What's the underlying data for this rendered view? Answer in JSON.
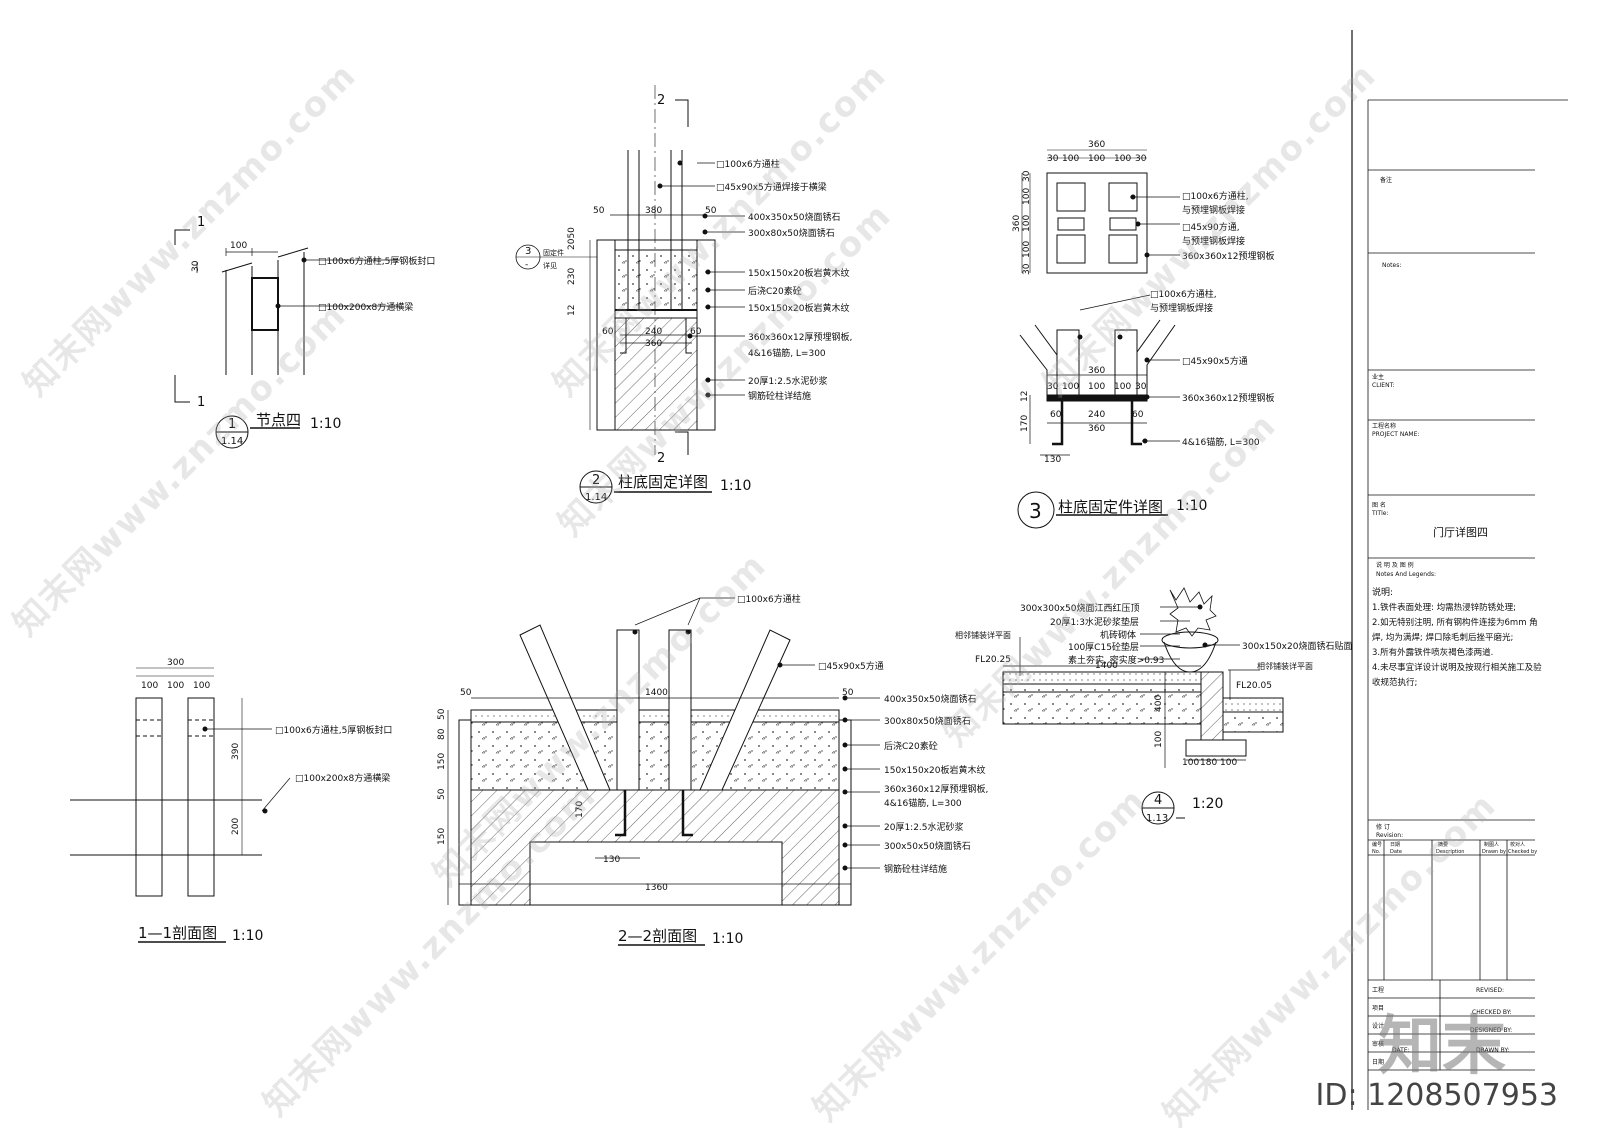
{
  "labels": {
    "det1_top": "1",
    "det1_bot": "1",
    "det1_dim_100": "100",
    "det1_dim_30": "30",
    "det1_callout_a": "□100x6方通柱,5厚钢板封口",
    "det1_callout_b": "□100x200x8方通横梁",
    "det1_num": "1",
    "det1_sheet": "1.14",
    "det1_title": "节点四",
    "det1_scale": "1:10",
    "det2_cut_top": "2",
    "det2_cut_bot": "2",
    "det2_dim_50l": "50",
    "det2_dim_380": "380",
    "det2_dim_50r": "50",
    "det2_dim_2050": "2050",
    "det2_dim_230": "230",
    "det2_dim_12": "12",
    "det2_dim_60l": "60",
    "det2_dim_240": "240",
    "det2_dim_60r": "60",
    "det2_dim_360": "360",
    "det2_ref_num": "3",
    "det2_ref_sheet": "-",
    "det2_ref_text1": "固定件",
    "det2_ref_text2": "详见",
    "det2_c1": "□100x6方通柱",
    "det2_c2": "□45x90x5方通焊接于横梁",
    "det2_c3": "400x350x50烧面锈石",
    "det2_c4": "300x80x50烧面锈石",
    "det2_c5": "150x150x20板岩黄木纹",
    "det2_c6": "后浇C20素砼",
    "det2_c7": "150x150x20板岩黄木纹",
    "det2_c8": "360x360x12厚预埋钢板,",
    "det2_c9": "4&16锚筋, L=300",
    "det2_c10": "20厚1:2.5水泥砂浆",
    "det2_c11": "钢筋砼柱详结施",
    "det2_num": "2",
    "det2_sheet": "1.14",
    "det2_title": "柱底固定详图",
    "det2_scale": "1:10",
    "det3_dim_360": "360",
    "det3_dims_row": [
      "30",
      "100",
      "100",
      "100",
      "30"
    ],
    "det3_dim_v360": "360",
    "det3_dims_col": [
      "30",
      "100",
      "100",
      "100",
      "30"
    ],
    "det3_c1": "□100x6方通柱,",
    "det3_c1b": "与预埋钢板焊接",
    "det3_c2": "□45x90方通,",
    "det3_c2b": "与预埋钢板焊接",
    "det3_c3": "360x360x12预埋钢板",
    "det3_c4": "□100x6方通柱,",
    "det3_c4b": "与预埋钢板焊接",
    "det3_c5": "□45x90x5方通",
    "det3_c6": "360x360x12预埋钢板",
    "det3_c7": "4&16锚筋, L=300",
    "det3_e_360": "360",
    "det3_e_row": [
      "30",
      "100",
      "100",
      "100",
      "30"
    ],
    "det3_e_12": "12",
    "det3_e_170": "170",
    "det3_e_60l": "60",
    "det3_e_240": "240",
    "det3_e_60r": "60",
    "det3_e_360b": "360",
    "det3_e_130": "130",
    "det3_num": "3",
    "det3_title": "柱底固定件详图",
    "det3_scale": "1:10",
    "det4_c1": "300x300x50烧面江西红压顶",
    "det4_c2": "20厚1:3水泥砂浆垫层",
    "det4_c3": "机砖砌体",
    "det4_c4": "100厚C15砼垫层",
    "det4_c5": "素土夯实, 密实度>0.93",
    "det4_c6": "300x150x20烧面锈石贴面",
    "det4_c7": "相邻铺装详平面",
    "det4_c8": "相邻铺装详平面",
    "det4_fl1": "FL20.25",
    "det4_fl2": "FL20.05",
    "det4_dim_1400": "1400",
    "det4_dim_400": "400",
    "det4_dim_100": "100",
    "det4_dims_bot": [
      "100",
      "180",
      "100"
    ],
    "det4_num": "4",
    "det4_sheet": "1.13",
    "det4_scale": "1:20",
    "sec11_dim_300": "300",
    "sec11_dims": [
      "100",
      "100",
      "100"
    ],
    "sec11_dim_390": "390",
    "sec11_dim_200": "200",
    "sec11_c1": "□100x6方通柱,5厚钢板封口",
    "sec11_c2": "□100x200x8方通横梁",
    "sec11_title": "1—1剖面图",
    "sec11_scale": "1:10",
    "sec22_c1": "□100x6方通柱",
    "sec22_c2": "□45x90x5方通",
    "sec22_c3": "400x350x50烧面锈石",
    "sec22_c4": "300x80x50烧面锈石",
    "sec22_c5": "后浇C20素砼",
    "sec22_c6": "150x150x20板岩黄木纹",
    "sec22_c7": "360x360x12厚预埋钢板,",
    "sec22_c8": "4&16锚筋, L=300",
    "sec22_c9": "20厚1:2.5水泥砂浆",
    "sec22_c10": "300x50x50烧面锈石",
    "sec22_c11": "钢筋砼柱详结施",
    "sec22_dim_1400": "1400",
    "sec22_dim_50l": "50",
    "sec22_dim_50r": "50",
    "sec22_dim_1360": "1360",
    "sec22_dim_130": "130",
    "sec22_dim_170": "170",
    "sec22_dims_v": [
      "50",
      "80",
      "150",
      "50",
      "150"
    ],
    "sec22_title": "2—2剖面图",
    "sec22_scale": "1:10"
  },
  "title_block": {
    "remark_cn": "备注",
    "notes_label": "Notes:",
    "client_cn": "业主",
    "client_label": "CLIENT:",
    "project_cn": "工程名称",
    "project_label": "PROJECT NAME:",
    "title_cn": "图 名",
    "title_label": "TITle:",
    "drawing_title": "门厅详图四",
    "legend_cn": "说 明 及 图 例",
    "legend_label": "Notes And Legends:",
    "notes_heading": "说明:",
    "notes": [
      "1.铁件表面处理: 均需热浸锌防锈处理;",
      "2.如无特别注明, 所有钢构件连接为6mm 角",
      "焊, 均为满焊; 焊口除毛刺后挫平磨光;",
      "3.所有外露铁件喷灰褐色漆两道.",
      "4.未尽事宜详设计说明及按现行相关施工及验",
      "收规范执行;"
    ],
    "revision_cn": "修 订",
    "revision_label": "Revision:",
    "rev_cols_cn": [
      "编号",
      "日期",
      "摘要",
      "制图人",
      "校对人"
    ],
    "rev_cols": [
      "No.",
      "Date",
      "Description",
      "Drawn by",
      "Checked by"
    ],
    "sign_rows": [
      "工程",
      "项目",
      "设计",
      "审核",
      "日期"
    ],
    "sign_labels": [
      "REVISED:",
      "CHECKED BY:",
      "DESIGNED BY:",
      "DATE:"
    ],
    "sign_labels2": [
      "DRAWN BY:"
    ]
  },
  "watermark": {
    "text": "知末网www.znzmo.com",
    "logo": "知末",
    "id": "ID: 1208507953"
  }
}
